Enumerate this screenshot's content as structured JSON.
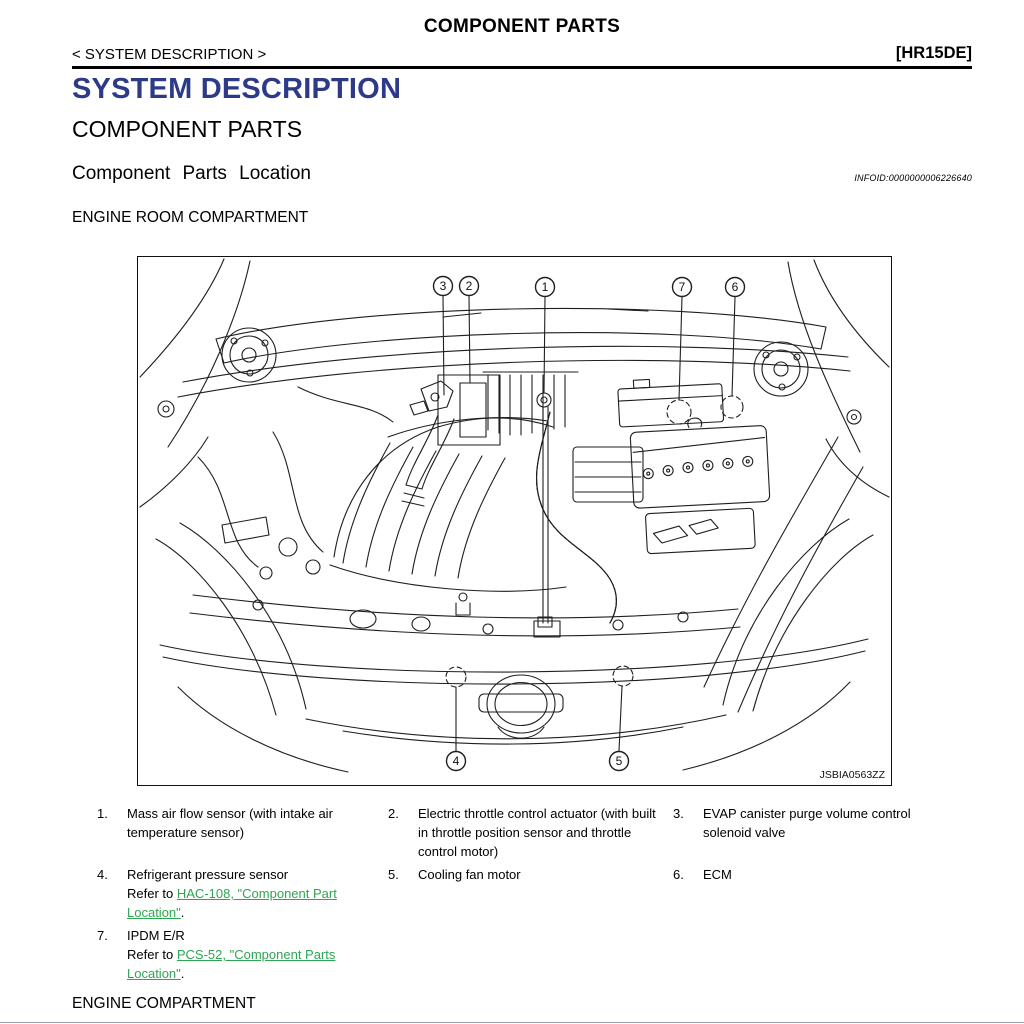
{
  "header": {
    "title": "COMPONENT PARTS",
    "breadcrumb": "< SYSTEM DESCRIPTION >",
    "model_code": "[HR15DE]"
  },
  "headings": {
    "system": "SYSTEM DESCRIPTION",
    "component_parts": "COMPONENT PARTS",
    "location": "Component Parts Location",
    "infoid": "INFOID:0000000006226640",
    "engine_room": "ENGINE ROOM COMPARTMENT",
    "engine_compartment": "ENGINE COMPARTMENT"
  },
  "diagram": {
    "figure_id": "JSBIA0563ZZ",
    "callouts_top": [
      {
        "n": "3"
      },
      {
        "n": "2"
      },
      {
        "n": "1"
      },
      {
        "n": "7"
      },
      {
        "n": "6"
      }
    ],
    "callouts_bottom": [
      {
        "n": "4"
      },
      {
        "n": "5"
      }
    ]
  },
  "parts": {
    "items": [
      {
        "num": "1.",
        "text": "Mass air flow sensor (with intake air temperature sensor)"
      },
      {
        "num": "2.",
        "text": "Electric throttle control actuator (with built in throttle position sensor and throttle control motor)"
      },
      {
        "num": "3.",
        "text": "EVAP canister purge volume control solenoid valve"
      },
      {
        "num": "4.",
        "text": "Refrigerant pressure sensor",
        "refer_prefix": "Refer to ",
        "link": "HAC-108, \"Component Part Location\"",
        "refer_suffix": "."
      },
      {
        "num": "5.",
        "text": "Cooling fan motor"
      },
      {
        "num": "6.",
        "text": "ECM"
      },
      {
        "num": "7.",
        "text": "IPDM E/R",
        "refer_prefix": "Refer to ",
        "link": "PCS-52, \"Component Parts Location\"",
        "refer_suffix": "."
      }
    ]
  },
  "colors": {
    "accent": "#2c3a87",
    "link": "#2ea550"
  }
}
